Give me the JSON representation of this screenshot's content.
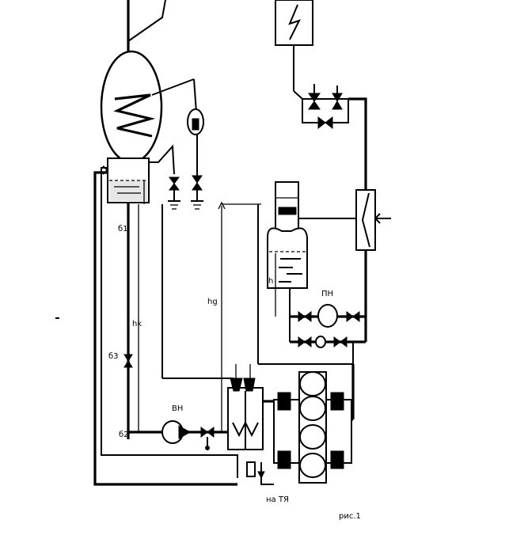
{
  "labels": {
    "b1": "б1",
    "b2": "б2",
    "b3": "б3",
    "hk": "hk",
    "hg": "hg",
    "h": "h",
    "vn": "ВН",
    "pn": "ПН",
    "to_tya": "на ТЯ",
    "fig": "рис.1"
  }
}
